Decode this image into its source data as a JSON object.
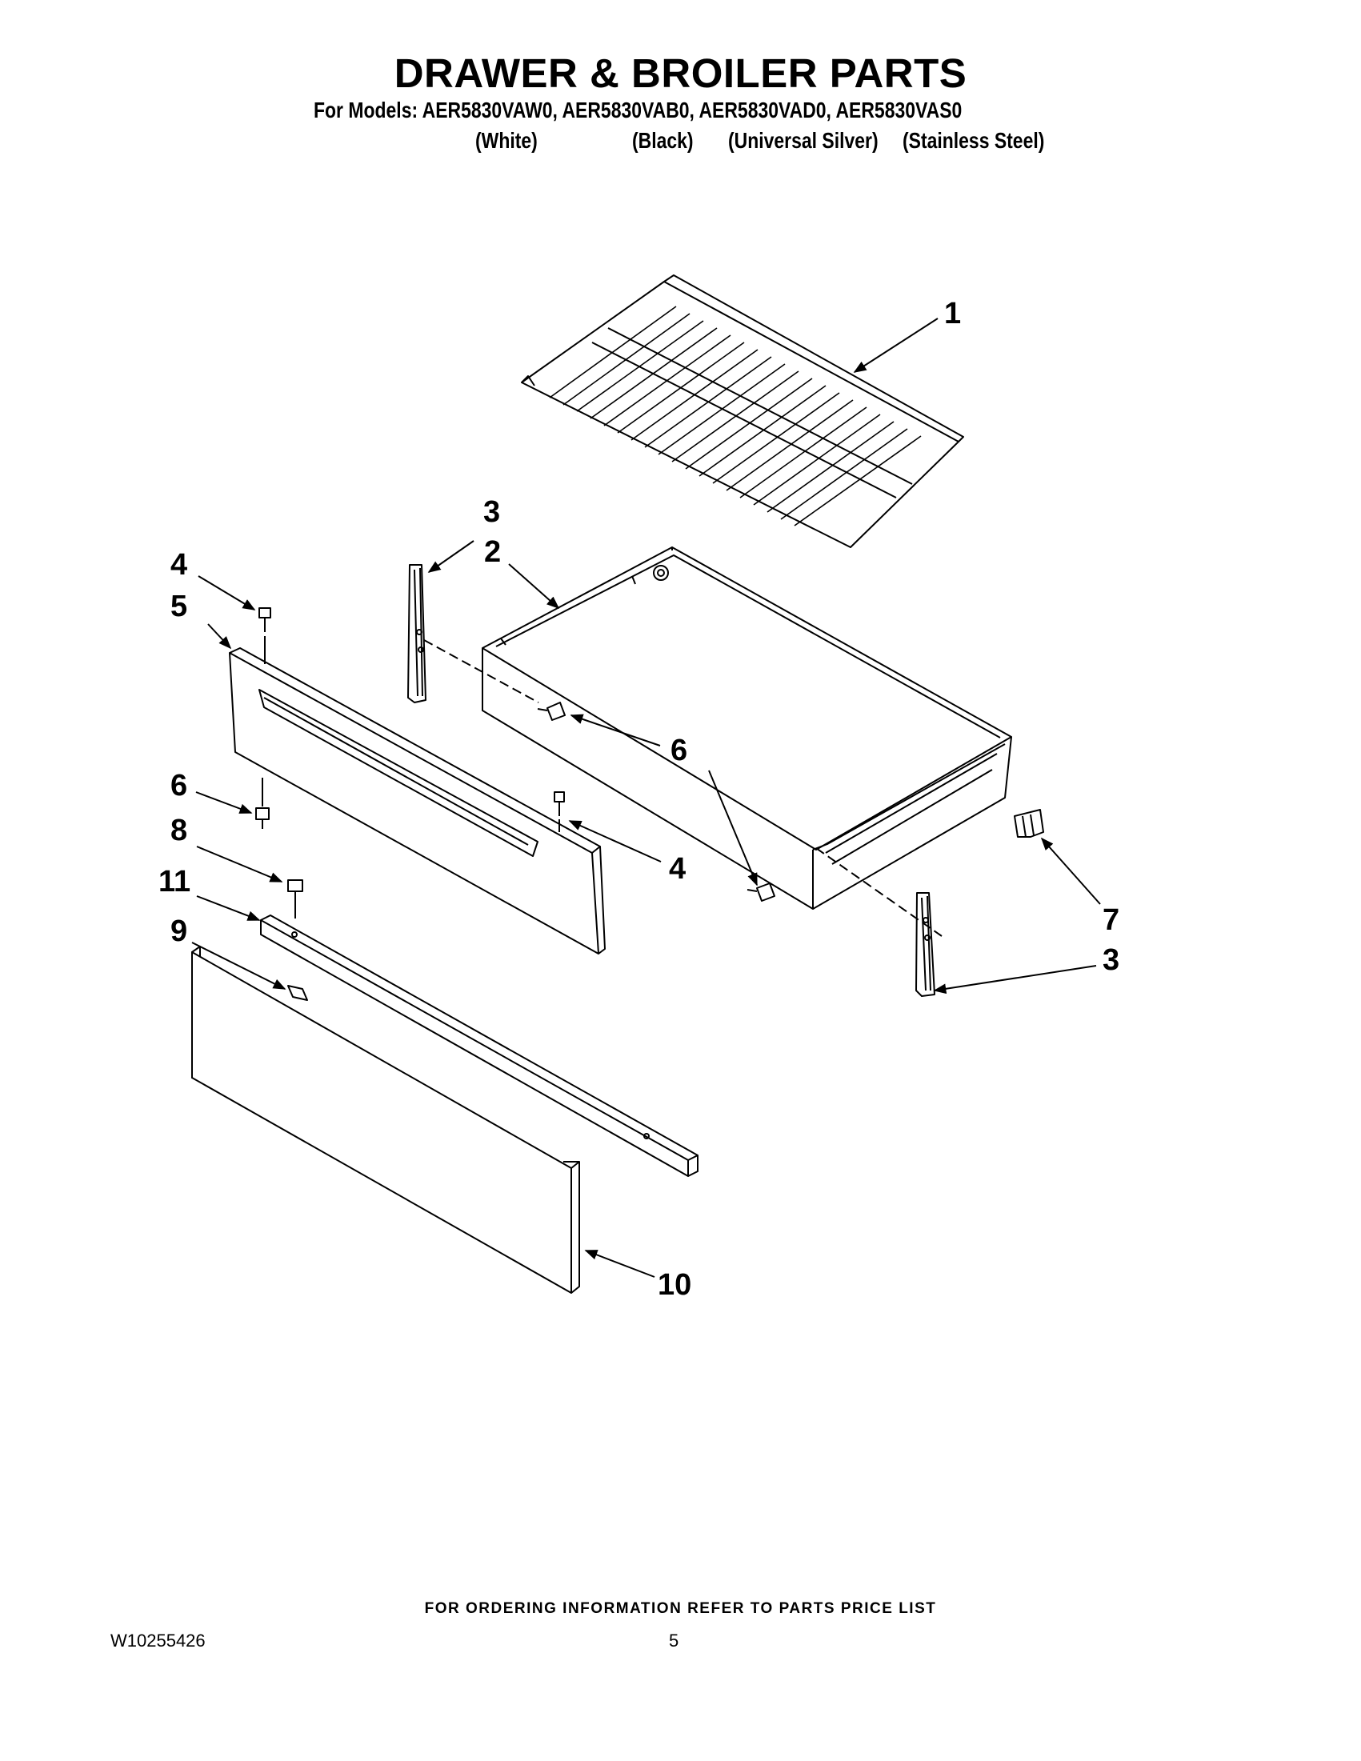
{
  "header": {
    "title": "DRAWER & BROILER PARTS",
    "models": "For Models: AER5830VAW0, AER5830VAB0, AER5830VAD0, AER5830VAS0",
    "variants": [
      "(White)",
      "(Black)",
      "(Universal Silver)",
      "(Stainless Steel)"
    ]
  },
  "diagram": {
    "callouts": [
      {
        "id": "c1",
        "label": "1"
      },
      {
        "id": "c3a",
        "label": "3"
      },
      {
        "id": "c2",
        "label": "2"
      },
      {
        "id": "c4a",
        "label": "4"
      },
      {
        "id": "c5",
        "label": "5"
      },
      {
        "id": "c6a",
        "label": "6"
      },
      {
        "id": "c6b",
        "label": "6"
      },
      {
        "id": "c8",
        "label": "8"
      },
      {
        "id": "c11",
        "label": "11"
      },
      {
        "id": "c9",
        "label": "9"
      },
      {
        "id": "c4b",
        "label": "4"
      },
      {
        "id": "c7",
        "label": "7"
      },
      {
        "id": "c3b",
        "label": "3"
      },
      {
        "id": "c10",
        "label": "10"
      }
    ]
  },
  "footer": {
    "ordering_note": "FOR ORDERING INFORMATION REFER TO PARTS PRICE LIST",
    "document_number": "W10255426",
    "page_number": "5"
  }
}
